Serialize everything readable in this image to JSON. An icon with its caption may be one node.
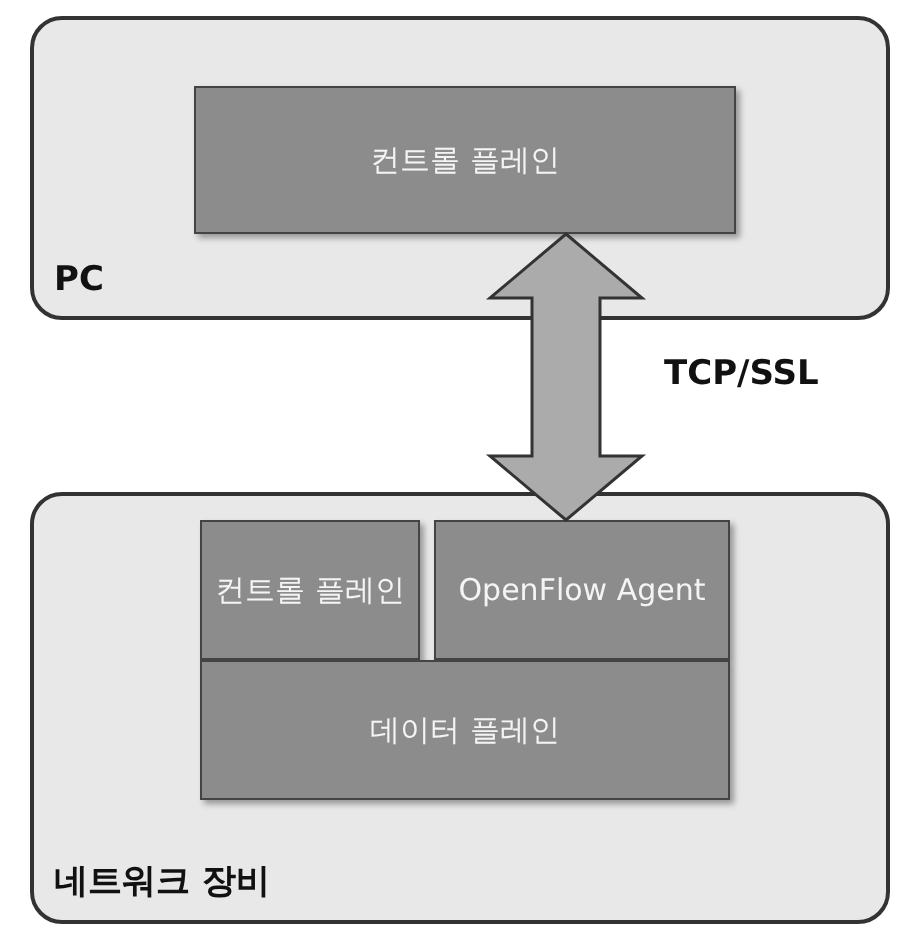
{
  "diagram": {
    "nodes": [
      {
        "text": [
          "PC"
        ]
      },
      {
        "text": [
          "컨트롤 플레인"
        ],
        "in": 0
      },
      {
        "text": [
          "네트워크 장비"
        ]
      },
      {
        "text": [
          "컨트롤 플레인"
        ],
        "in": 2
      },
      {
        "text": [
          "OpenFlow Agent"
        ],
        "in": 2
      },
      {
        "text": [
          "데이터 플레인"
        ],
        "in": 2
      }
    ],
    "edges": [
      {
        "from": 1,
        "to": 4,
        "arrow": "both",
        "label": "TCP/SSL",
        "style": "thick"
      }
    ]
  }
}
